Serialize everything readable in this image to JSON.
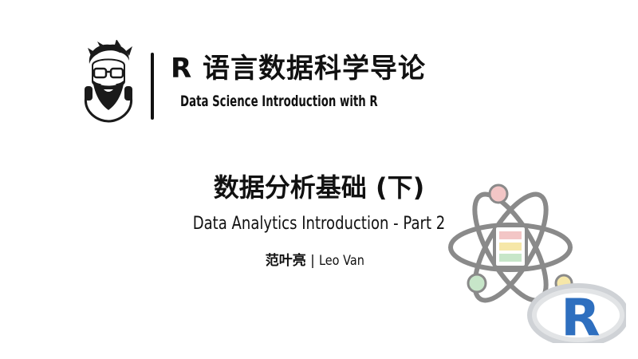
{
  "header": {
    "course_title": "R 语言数据科学导论",
    "course_subtitle": "Data Science Introduction with R"
  },
  "lecture": {
    "title": "数据分析基础 (下)",
    "subtitle": "Data Analytics Introduction - Part 2"
  },
  "author": {
    "name_cn": "范叶亮",
    "separator": "|",
    "name_en": "Leo Van"
  },
  "logo": {
    "letter": "R"
  },
  "icons": {
    "avatar": "bearded-man-avatar-icon",
    "logo": "atom-database-r-logo-icon"
  },
  "colors": {
    "text": "#111111",
    "atom_orbit": "#8a8a8a",
    "node_pink": "#f3c6c6",
    "node_green": "#c7e6c9",
    "node_yellow": "#f6e7a8",
    "r_blue": "#2e6fbf",
    "r_ring": "#cfd2d6"
  }
}
